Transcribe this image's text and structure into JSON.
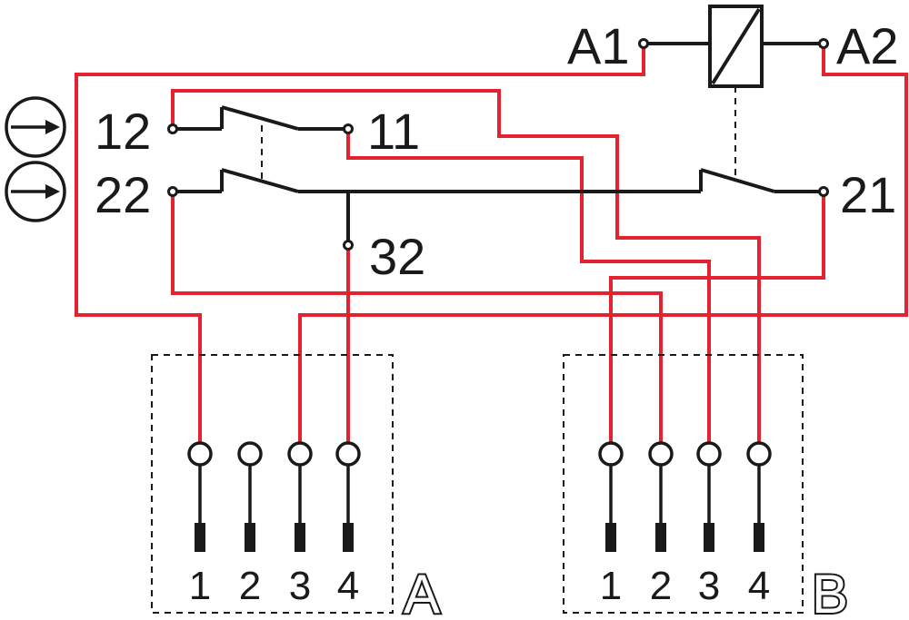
{
  "colors": {
    "wire": "#e52330",
    "line": "#1a1a1a",
    "background": "#ffffff"
  },
  "icons": [
    "arrow-circle-icon",
    "arrow-circle-icon"
  ],
  "terminals": {
    "a1": "A1",
    "a2": "A2",
    "t12": "12",
    "t11": "11",
    "t22": "22",
    "t21": "21",
    "t32": "32"
  },
  "connectors": {
    "a": {
      "label": "A",
      "pins": [
        "1",
        "2",
        "3",
        "4"
      ]
    },
    "b": {
      "label": "B",
      "pins": [
        "1",
        "2",
        "3",
        "4"
      ]
    }
  }
}
